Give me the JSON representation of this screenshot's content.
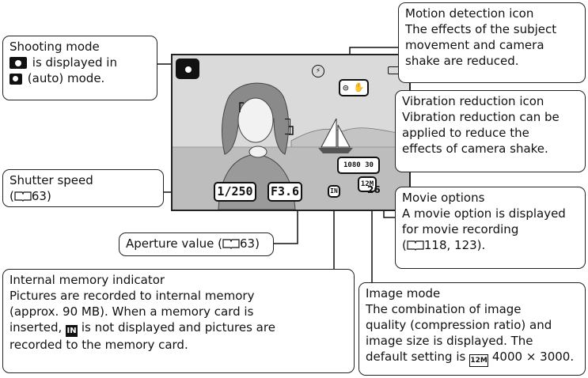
{
  "callouts": {
    "shooting_mode": {
      "title": "Shooting mode",
      "line2": "is displayed in",
      "line3": "(auto) mode."
    },
    "shutter_speed": {
      "title": "Shutter speed",
      "ref": "(",
      "ref_page": "63)"
    },
    "aperture": {
      "text_before": "Aperture value (",
      "text_after": "63)"
    },
    "internal_memory": {
      "title": "Internal memory indicator",
      "line2": "Pictures are recorded to internal memory",
      "line3": "(approx. 90 MB). When a memory card is",
      "line4_after": "is not displayed and pictures are",
      "line4_before": "inserted,",
      "line5": "recorded to the memory card."
    },
    "motion_detection": {
      "title": "Motion detection icon",
      "line2": "The effects of the subject",
      "line3": "movement and camera",
      "line4": "shake are reduced."
    },
    "vibration_reduction": {
      "title": "Vibration reduction icon",
      "line2": "Vibration reduction can be",
      "line3": "applied to reduce the",
      "line4": "effects of camera shake."
    },
    "movie_options": {
      "title": "Movie options",
      "line2": "A movie option is displayed",
      "line3": "for movie recording",
      "line4_after": "118, 123)."
    },
    "image_mode": {
      "title": "Image mode",
      "line2": "The combination of image",
      "line3": "quality (compression ratio) and",
      "line4": "image size is displayed. The",
      "line5_before": "default setting is",
      "line5_after": "4000 × 3000."
    }
  },
  "screen": {
    "shutter_value": "1/250",
    "aperture_value": "F3.6",
    "frames_remaining": "26",
    "movie_indicator": "1080",
    "movie_sub": "30",
    "image_mode_indicator": "12M",
    "internal_memory_indicator": "IN"
  },
  "icons": {
    "camera": "camera-icon",
    "book": "book-icon",
    "internal_memory": "internal-memory-icon",
    "image_mode": "image-mode-12m-icon"
  }
}
